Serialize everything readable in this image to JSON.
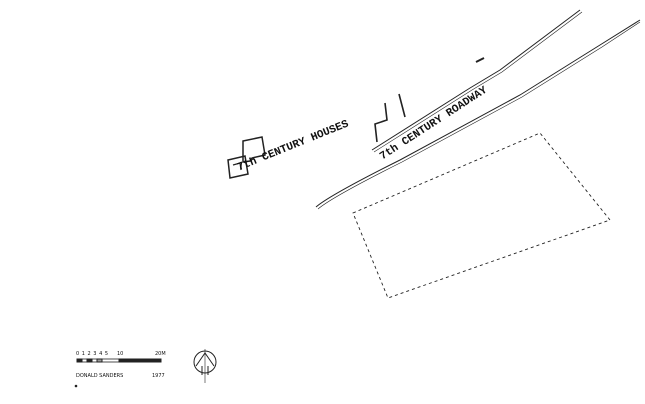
{
  "labels": {
    "houses": "7th CENTURY HOUSES",
    "roadway": "7th CENTURY ROADWAY"
  },
  "scale_bar": {
    "ticks": "0 1 2 3 4 5",
    "mid": "10",
    "end": "20M"
  },
  "credit": {
    "author": "DONALD SANDERS",
    "year": "1977"
  }
}
